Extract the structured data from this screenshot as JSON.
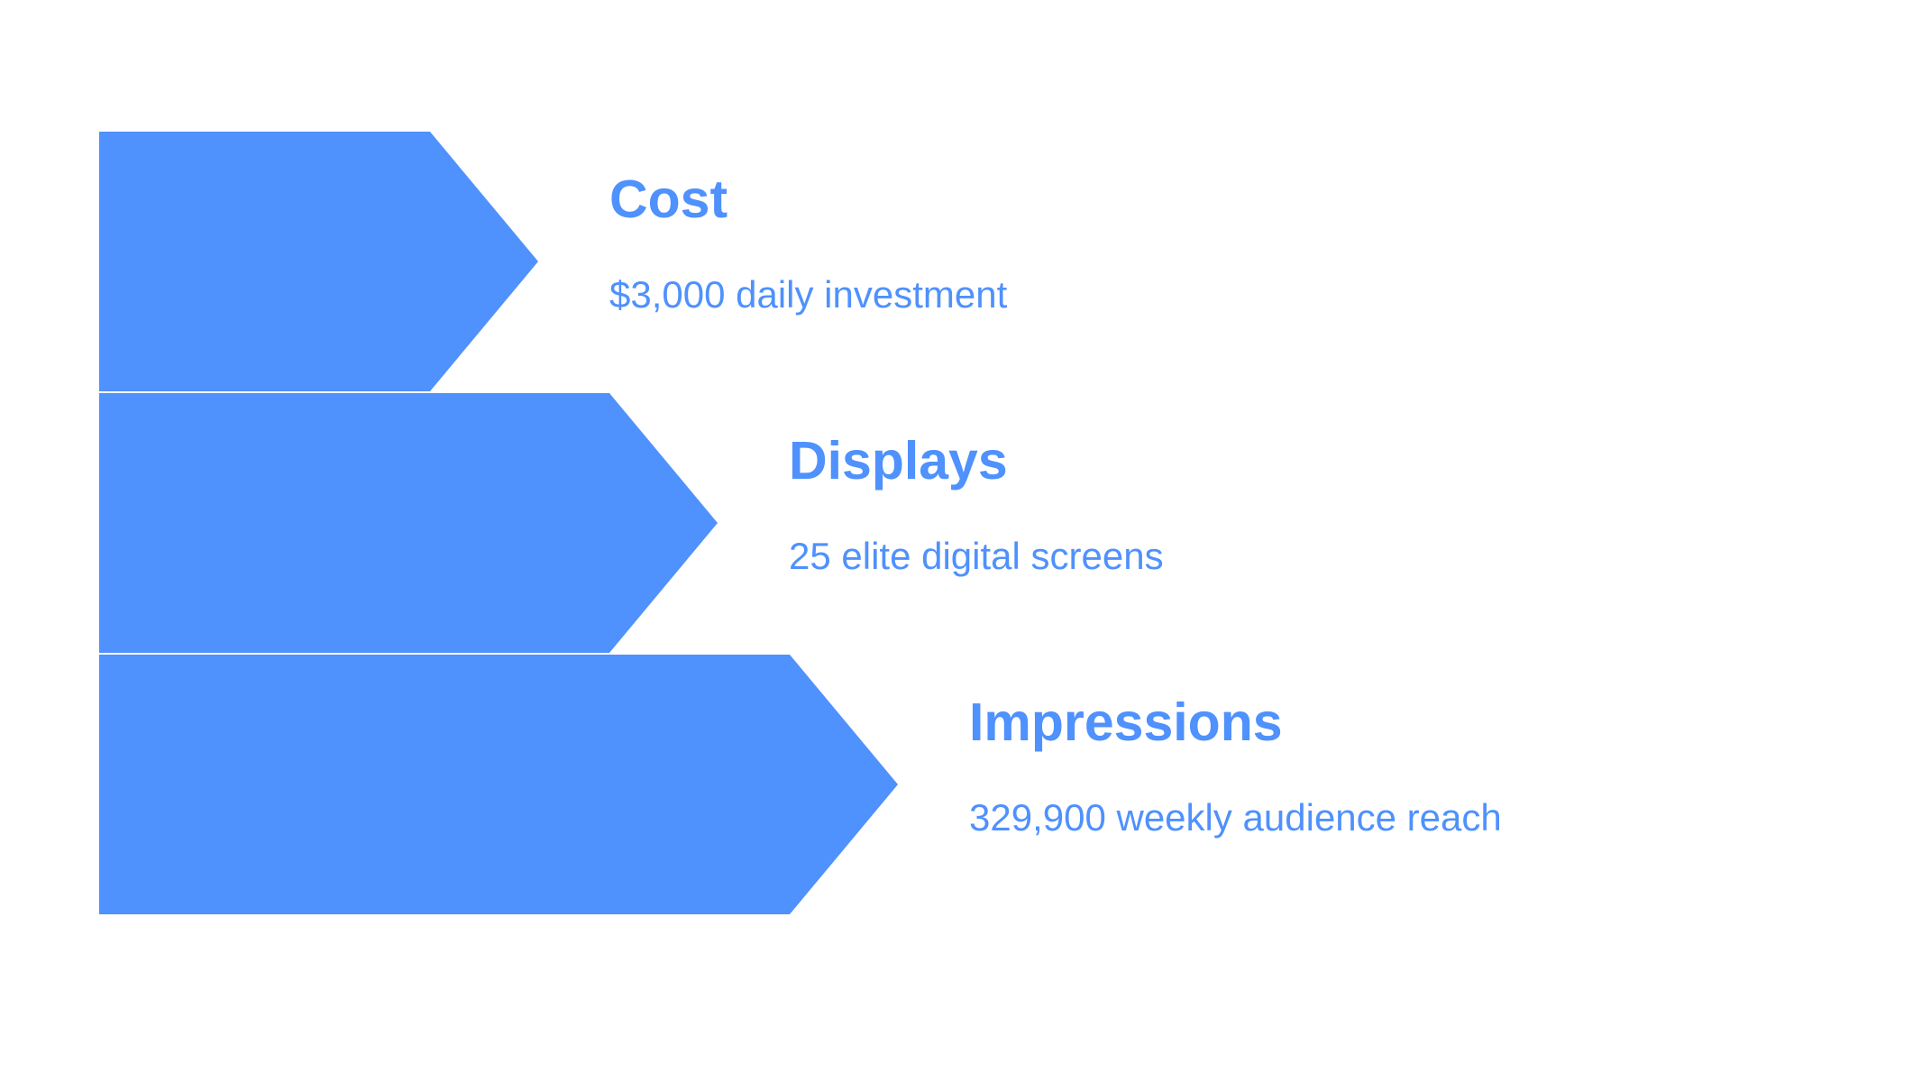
{
  "accent_color": "#4F91FD",
  "items": [
    {
      "title": "Cost",
      "description": "$3,000 daily investment"
    },
    {
      "title": "Displays",
      "description": "25 elite digital screens"
    },
    {
      "title": "Impressions",
      "description": "329,900 weekly audience reach"
    }
  ]
}
